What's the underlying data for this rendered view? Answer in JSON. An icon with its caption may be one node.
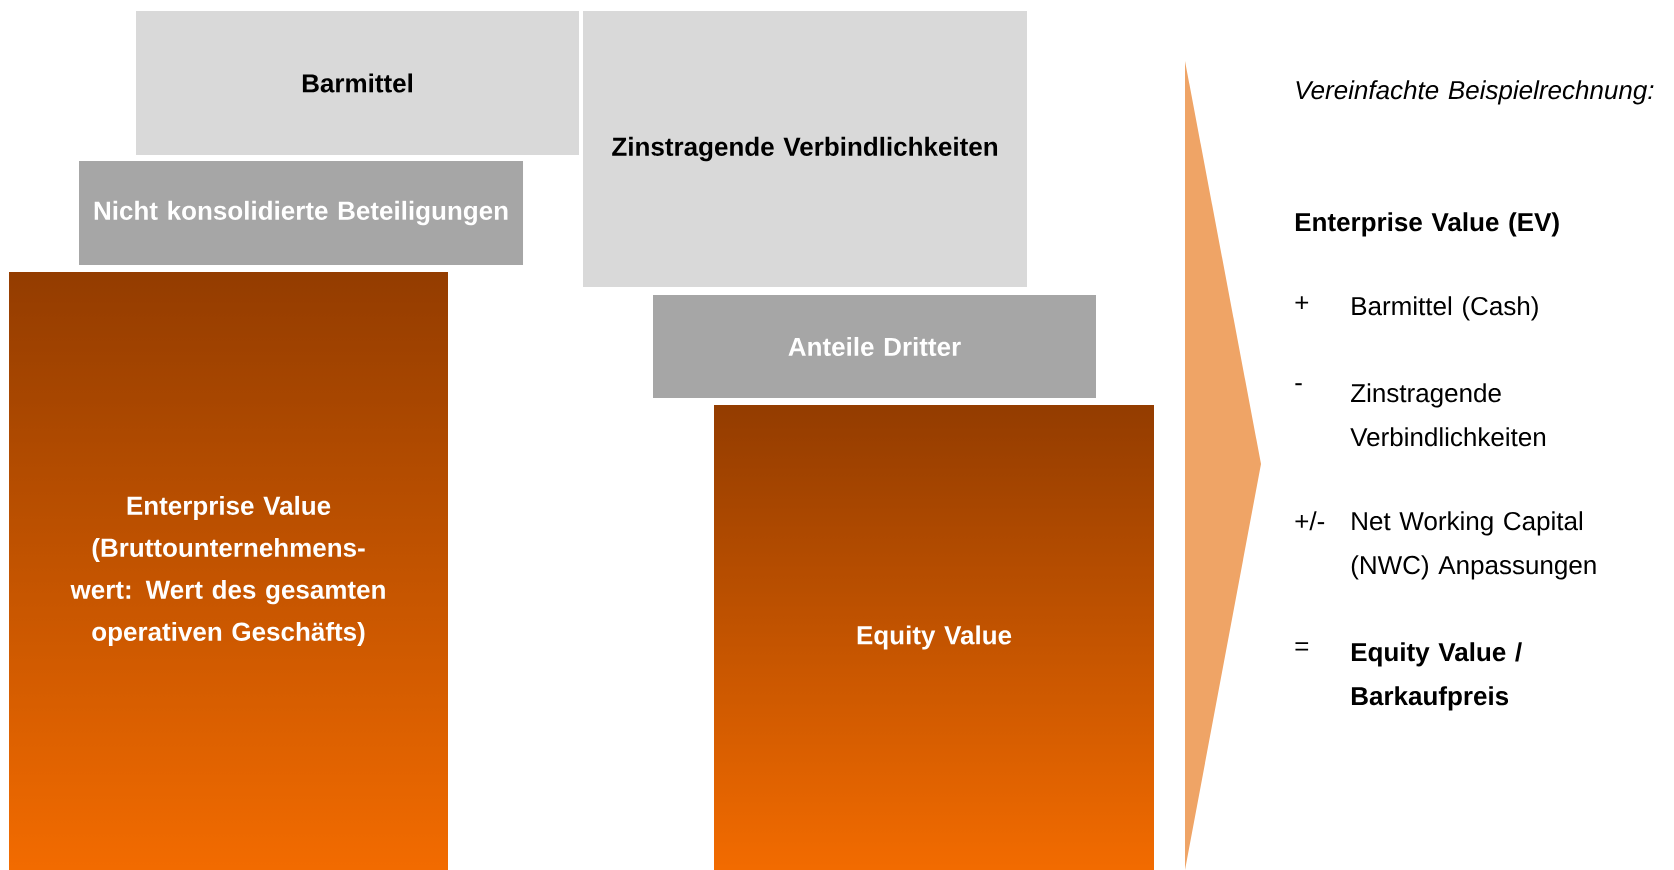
{
  "diagram": {
    "title": "Vereinfachte Beispielrechnung:",
    "nodes": [
      {
        "text": [
          "Barmittel"
        ]
      },
      {
        "text": [
          "Nicht konsolidierte Beteiligungen"
        ]
      },
      {
        "text": [
          "Enterprise Value (Bruttounternehmens-wert: Wert des gesamten operativen Geschäfts)"
        ]
      },
      {
        "text": [
          "Zinstragende Verbindlichkeiten"
        ]
      },
      {
        "text": [
          "Anteile Dritter"
        ]
      },
      {
        "text": [
          "Equity Value"
        ]
      }
    ],
    "labels": [
      "Enterprise Value (EV)",
      "+",
      "Barmittel (Cash)",
      "-",
      "Zinstragende Verbindlichkeiten",
      "+/-",
      "Net Working Capital (NWC) Anpassungen",
      "=",
      "Equity Value / Barkaufpreis"
    ]
  }
}
